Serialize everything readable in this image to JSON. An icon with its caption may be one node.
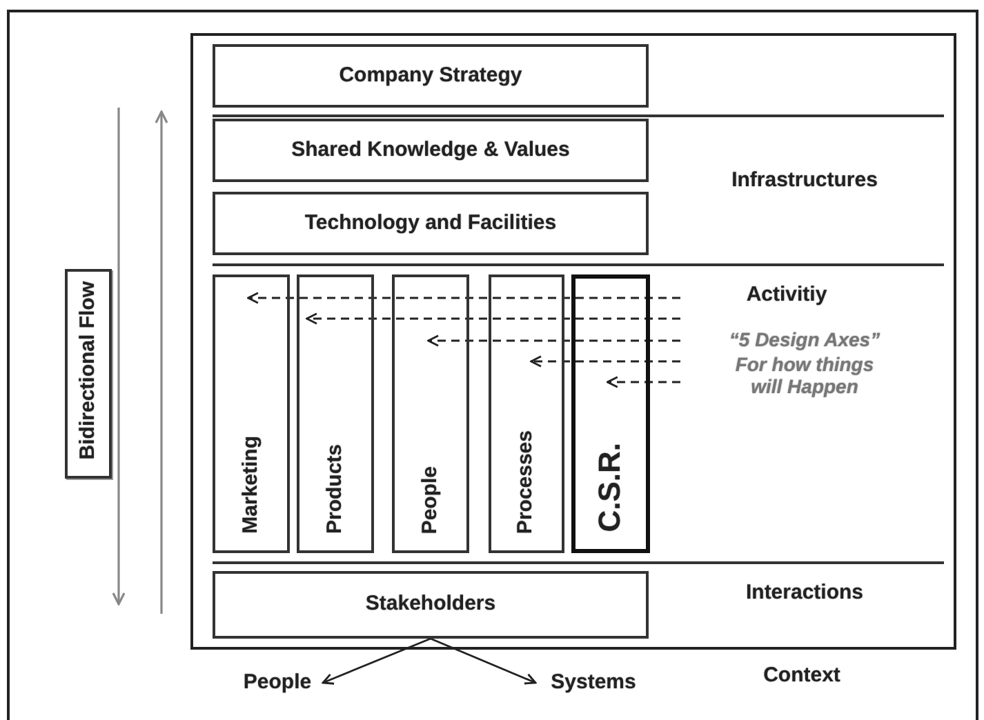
{
  "diagram": {
    "nodes": [
      {
        "text": [
          "Company Strategy"
        ]
      },
      {
        "text": [
          "Shared Knowledge & Values"
        ]
      },
      {
        "text": [
          "Technology and Facilities"
        ]
      },
      {
        "text": [
          "Marketing"
        ]
      },
      {
        "text": [
          "Products"
        ]
      },
      {
        "text": [
          "People"
        ]
      },
      {
        "text": [
          "Processes"
        ]
      },
      {
        "text": [
          "C.S.R."
        ]
      },
      {
        "text": [
          "Stakeholders"
        ]
      },
      {
        "text": [
          "People"
        ]
      },
      {
        "text": [
          "Systems"
        ]
      },
      {
        "text": [
          "Bidirectional Flow"
        ]
      }
    ],
    "edges": [
      {
        "from": null,
        "to": 3,
        "arrow": "to",
        "style": "dashed"
      },
      {
        "from": null,
        "to": 4,
        "arrow": "to",
        "style": "dashed"
      },
      {
        "from": null,
        "to": 5,
        "arrow": "to",
        "style": "dashed"
      },
      {
        "from": null,
        "to": 6,
        "arrow": "to",
        "style": "dashed"
      },
      {
        "from": null,
        "to": 7,
        "arrow": "to",
        "style": "dashed"
      },
      {
        "from": 8,
        "to": 9,
        "arrow": "to"
      },
      {
        "from": 8,
        "to": 10,
        "arrow": "to"
      }
    ],
    "labels": [
      "Infrastructures",
      "Activitiy",
      "“5 Design Axes”",
      "For how things will Happen",
      "Interactions",
      "Context"
    ]
  }
}
